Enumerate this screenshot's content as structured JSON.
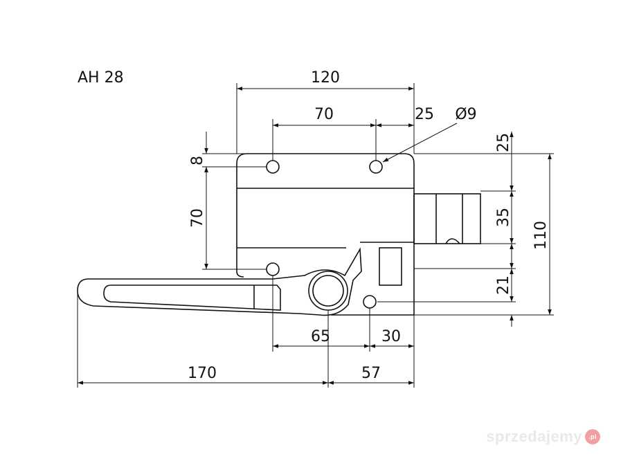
{
  "title": "AH 28",
  "dimensions": {
    "total_width": "120",
    "hole_spacing_top": "70",
    "hole_edge_right": "25",
    "hole_diameter": "Ø9",
    "hole_offset_top": "8",
    "hole_spacing_vertical": "70",
    "right_top": "25",
    "right_middle": "35",
    "right_bottom": "21",
    "total_height": "110",
    "bottom_spacing_left": "65",
    "bottom_spacing_right": "30",
    "handle_length": "170",
    "handle_pivot_right": "57"
  },
  "watermark": {
    "text": "sprzedajemy",
    "badge": ".pl"
  },
  "colors": {
    "line": "#111111",
    "watermark": "#e9e9e9"
  }
}
